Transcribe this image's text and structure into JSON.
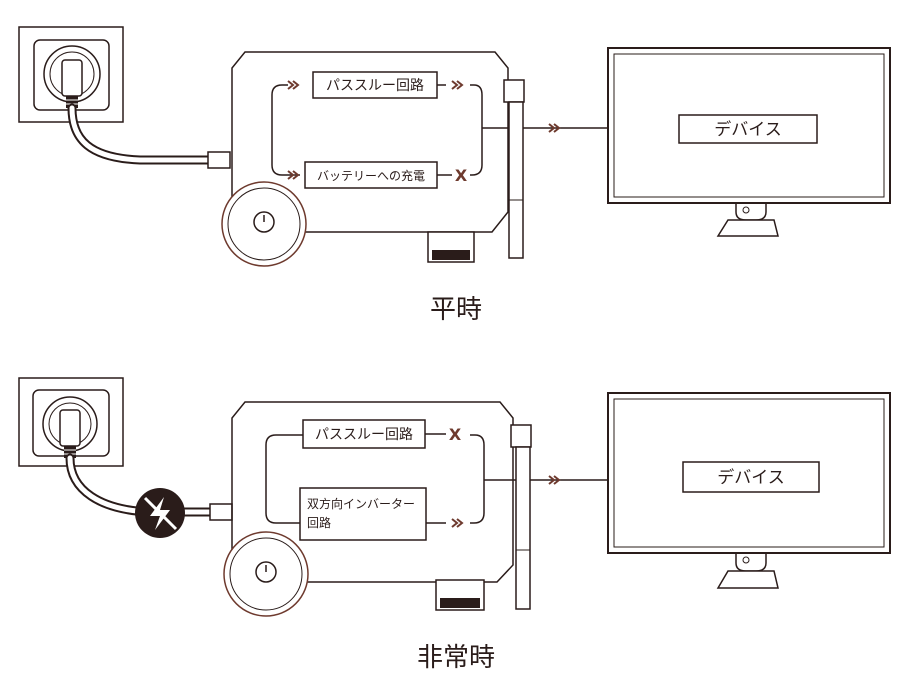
{
  "colors": {
    "line": "#2a1c1a",
    "accent": "#6e3a2e",
    "background": "#ffffff"
  },
  "top": {
    "caption": "平時",
    "passthrough_label": "パススルー回路",
    "battery_charge_label": "バッテリーへの充電",
    "device_label": "デバイス",
    "blocked_mark": "X"
  },
  "bottom": {
    "caption": "非常時",
    "passthrough_label": "パススルー回路",
    "inverter_label_line1": "双方向インバーター",
    "inverter_label_line2": "回路",
    "device_label": "デバイス",
    "blocked_mark": "X"
  },
  "icons": {
    "outlet": "wall-outlet-icon",
    "plug": "plug-icon",
    "power_outage": "power-outage-icon",
    "power_button": "power-button-icon",
    "monitor": "monitor-icon",
    "arrow": "double-chevron-right-icon"
  }
}
